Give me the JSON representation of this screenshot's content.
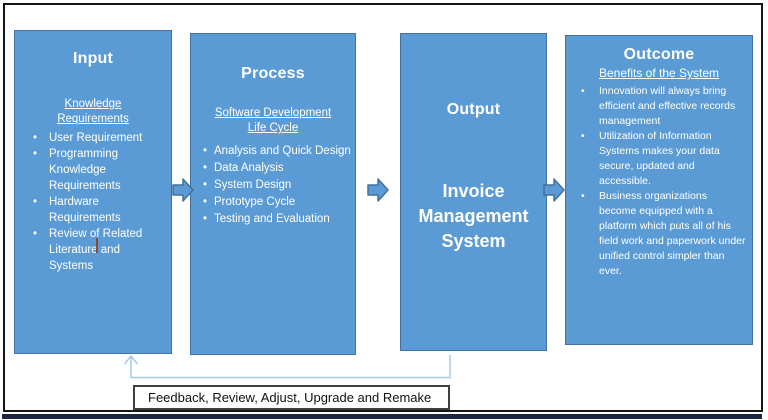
{
  "diagram": {
    "input": {
      "title": "Input",
      "subtitle": "Knowledge Requirements",
      "bullets": [
        "User Requirement",
        "Programming Knowledge Requirements",
        "Hardware Requirements",
        "Review of Related Literature and Systems"
      ]
    },
    "process": {
      "title": "Process",
      "subtitle": "Software Development Life Cycle",
      "bullets": [
        "Analysis and Quick Design",
        "Data Analysis",
        "System Design",
        "Prototype Cycle",
        "Testing and Evaluation"
      ]
    },
    "output": {
      "title": "Output",
      "label": "Invoice Management System"
    },
    "outcome": {
      "title": "Outcome",
      "subtitle": "Benefits of the System",
      "bullets": [
        "Innovation will always bring efficient and effective records management",
        "Utilization of Information Systems makes your data secure, updated and accessible.",
        "Business organizations become equipped with a platform which puts all of his field work and paperwork under unified control simpler than ever."
      ]
    },
    "feedback": {
      "label": "Feedback, Review, Adjust, Upgrade and Remake"
    },
    "colors": {
      "box_fill": "#5b9bd5",
      "box_border": "#41719c",
      "connector_line": "#a9c7e8",
      "frame_border": "#161616",
      "feedback_border": "#3f3f3f",
      "bottom_strip": "#1c2742"
    }
  }
}
